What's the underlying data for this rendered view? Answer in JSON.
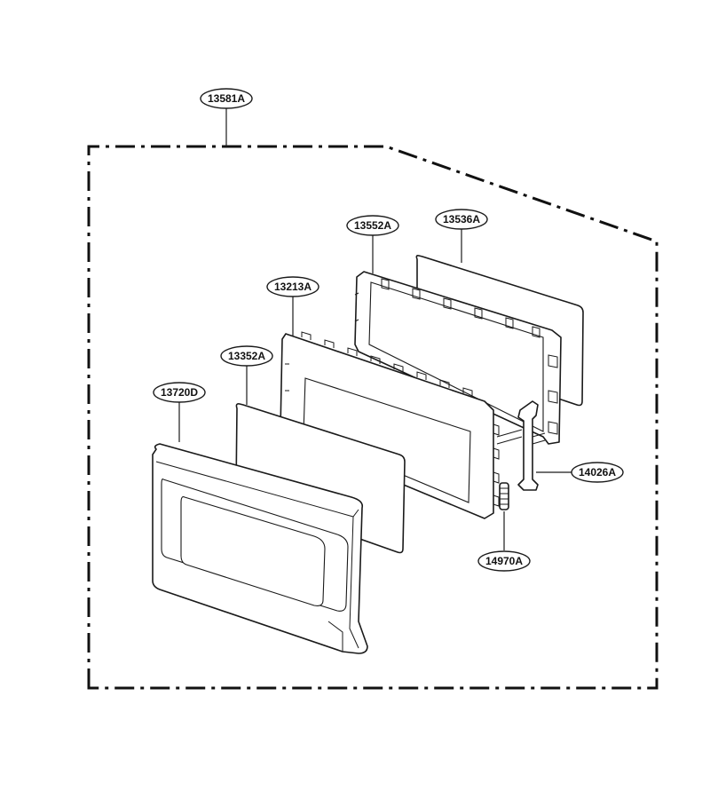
{
  "diagram": {
    "assembly_label": "13581A",
    "parts": [
      {
        "id": "p-13720D",
        "label": "13720D"
      },
      {
        "id": "p-13352A",
        "label": "13352A"
      },
      {
        "id": "p-13213A",
        "label": "13213A"
      },
      {
        "id": "p-13552A",
        "label": "13552A"
      },
      {
        "id": "p-13536A",
        "label": "13536A"
      },
      {
        "id": "p-14026A",
        "label": "14026A"
      },
      {
        "id": "p-14970A",
        "label": "14970A"
      }
    ]
  }
}
